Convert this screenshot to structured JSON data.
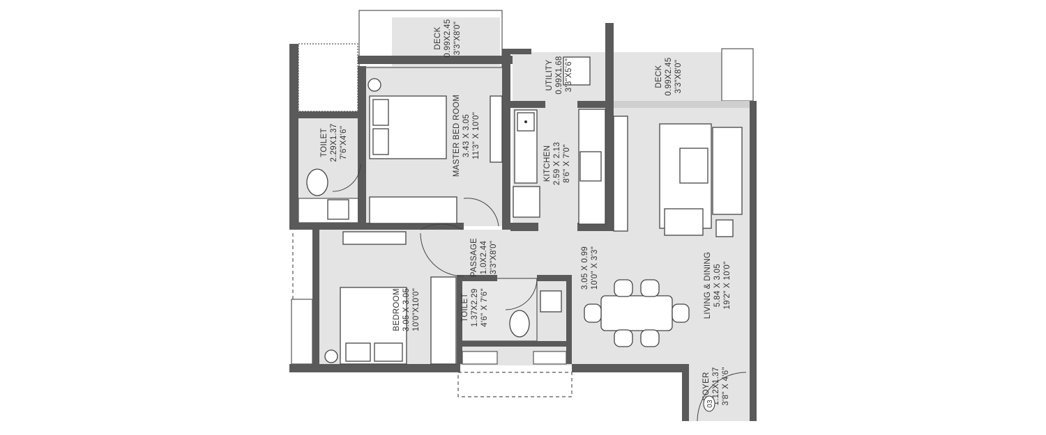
{
  "rooms": {
    "deck_bedroom": {
      "name": "DECK",
      "metric": "0.99X2.45",
      "imperial": "3'3\"X8'0\""
    },
    "master_bedroom": {
      "name": "MASTER BED ROOM",
      "metric": "3.43 X 3.05",
      "imperial": "11'3\" X 10'0\""
    },
    "master_toilet": {
      "name": "TOILET",
      "metric": "2.29X1.37",
      "imperial": "7'6\"X4'6\""
    },
    "utility": {
      "name": "UTILITY",
      "metric": "0.99X1.68",
      "imperial": "3'3\"X5'6\""
    },
    "kitchen": {
      "name": "KITCHEN",
      "metric": "2.59 X 2.13",
      "imperial": "8'6\" X 7'0\""
    },
    "deck_living": {
      "name": "DECK",
      "metric": "0.99X2.45",
      "imperial": "3'3\"X8'0\""
    },
    "passage": {
      "name": "PASSAGE",
      "metric": "1.0X2.44",
      "imperial": "3'3\"X8'0\""
    },
    "common_toilet": {
      "name": "TOILET",
      "metric": "1.37X2.29",
      "imperial": "4'6\" X 7'6\""
    },
    "bedroom": {
      "name": "BEDROOM",
      "metric": "3.05 X 3.05",
      "imperial": "10'0\"X10'0\""
    },
    "dining": {
      "metric": "3.05 X 0.99",
      "imperial": "10'0\" X 3'3\""
    },
    "living_dining": {
      "name": "LIVING & DINING",
      "metric": "5.84 X 3.05",
      "imperial": "19'2\" X 10'0\""
    },
    "foyer": {
      "name": "FOYER",
      "metric": "1.12X1.37",
      "imperial": "3'8\" X 4'6\""
    }
  },
  "unit_marker": "03",
  "colors": {
    "wall": "#5a5a5a",
    "floor": "#e4e4e4",
    "line": "#444444"
  }
}
